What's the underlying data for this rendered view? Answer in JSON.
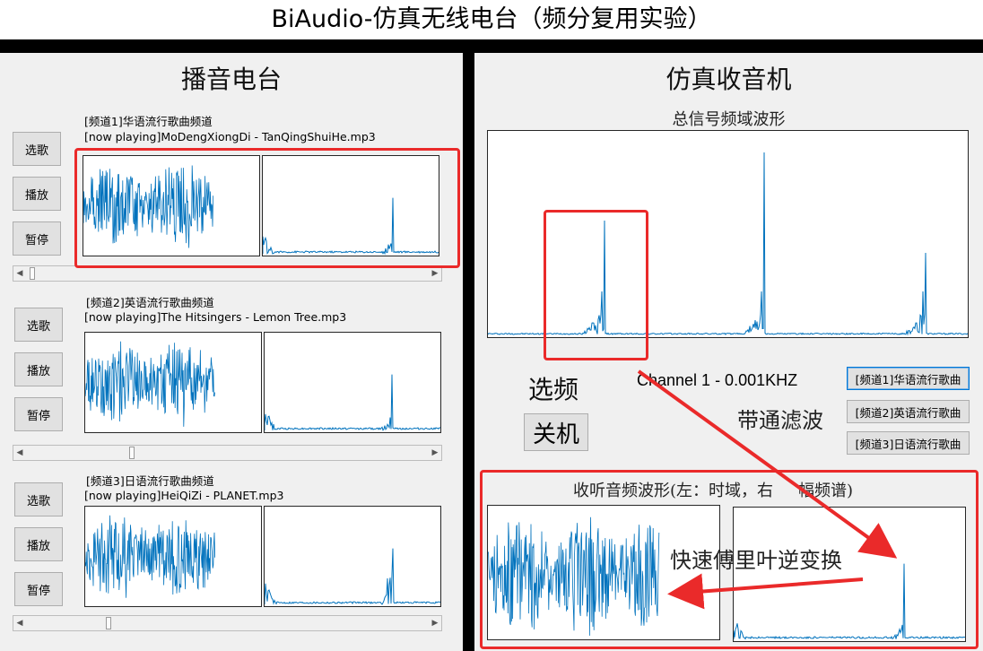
{
  "window_title": "BiAudio-仿真无线电台（频分复用实验）",
  "left_panel": {
    "title": "播音电台",
    "channels": [
      {
        "label": "[频道1]华语流行歌曲频道",
        "now_playing": "[now playing]MoDengXiongDi - TanQingShuiHe.mp3",
        "select_label": "选歌",
        "play_label": "播放",
        "pause_label": "暂停",
        "progress": 0.01
      },
      {
        "label": "[频道2]英语流行歌曲频道",
        "now_playing": "[now playing]The Hitsingers - Lemon Tree.mp3",
        "select_label": "选歌",
        "play_label": "播放",
        "pause_label": "暂停",
        "progress": 0.26
      },
      {
        "label": "[频道3]日语流行歌曲频道",
        "now_playing": "[now playing]HeiQiZi - PLANET.mp3",
        "select_label": "选歌",
        "play_label": "播放",
        "pause_label": "暂停",
        "progress": 0.2
      }
    ]
  },
  "right_panel": {
    "title": "仿真收音机",
    "spectrum_caption": "总信号频域波形",
    "tune_label": "选频",
    "power_button": "关机",
    "channel_readout": "Channel 1 - 0.001KHZ",
    "channel_buttons": [
      "[频道1]华语流行歌曲",
      "[频道2]英语流行歌曲",
      "[频道3]日语流行歌曲"
    ],
    "active_channel": 0,
    "listen_caption_a": "收听音频波形(左：时域，右",
    "listen_caption_b": "幅频谱)"
  },
  "annotations": {
    "bandpass": "带通滤波",
    "ifft": "快速傅里叶逆变换",
    "color": "#ea2a2a"
  },
  "colors": {
    "signal": "#0072bd",
    "highlight": "#ea2a2a"
  }
}
